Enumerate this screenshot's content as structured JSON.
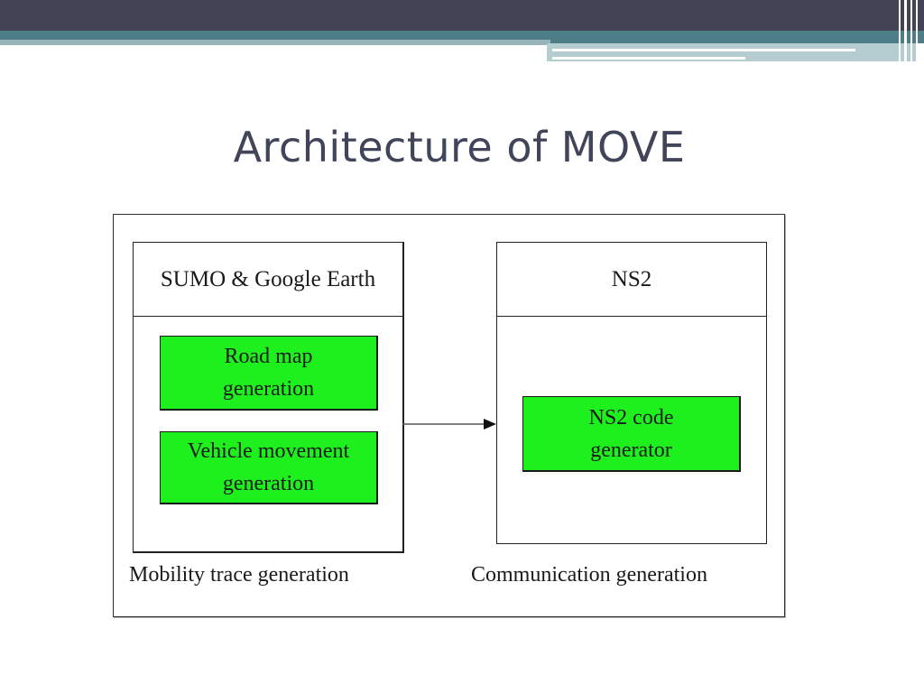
{
  "slide": {
    "title": "Architecture of MOVE"
  },
  "diagram": {
    "left_module": {
      "header": "SUMO & Google Earth",
      "blocks": [
        {
          "lines": [
            "Road map",
            "generation"
          ]
        },
        {
          "lines": [
            "Vehicle movement",
            "generation"
          ]
        }
      ],
      "caption": "Mobility trace generation"
    },
    "right_module": {
      "header": "NS2",
      "blocks": [
        {
          "lines": [
            "NS2 code",
            "generator"
          ]
        }
      ],
      "caption": "Communication generation"
    },
    "colors": {
      "block_fill": "#1ef01e",
      "title": "#414559",
      "header_dark": "#424455",
      "header_teal": "#4d7d86"
    }
  }
}
